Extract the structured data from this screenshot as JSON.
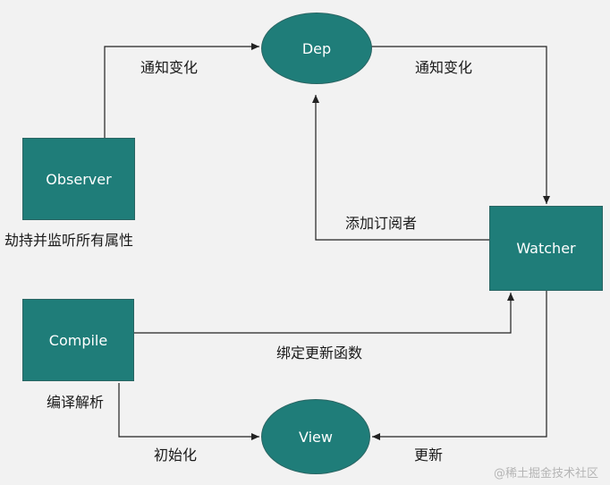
{
  "nodes": {
    "dep": "Dep",
    "observer": "Observer",
    "watcher": "Watcher",
    "compile": "Compile",
    "view": "View"
  },
  "edges": {
    "observer_to_dep": "通知变化",
    "dep_to_watcher": "通知变化",
    "watcher_to_dep": "添加订阅者",
    "compile_to_watcher": "绑定更新函数",
    "compile_to_view": "初始化",
    "watcher_to_view": "更新"
  },
  "captions": {
    "observer": "劫持并监听所有属性",
    "compile": "编译解析"
  },
  "watermark": "@稀土掘金技术社区",
  "colors": {
    "node_fill": "#1f7d79",
    "line": "#222222",
    "background": "#f2f2f2"
  }
}
